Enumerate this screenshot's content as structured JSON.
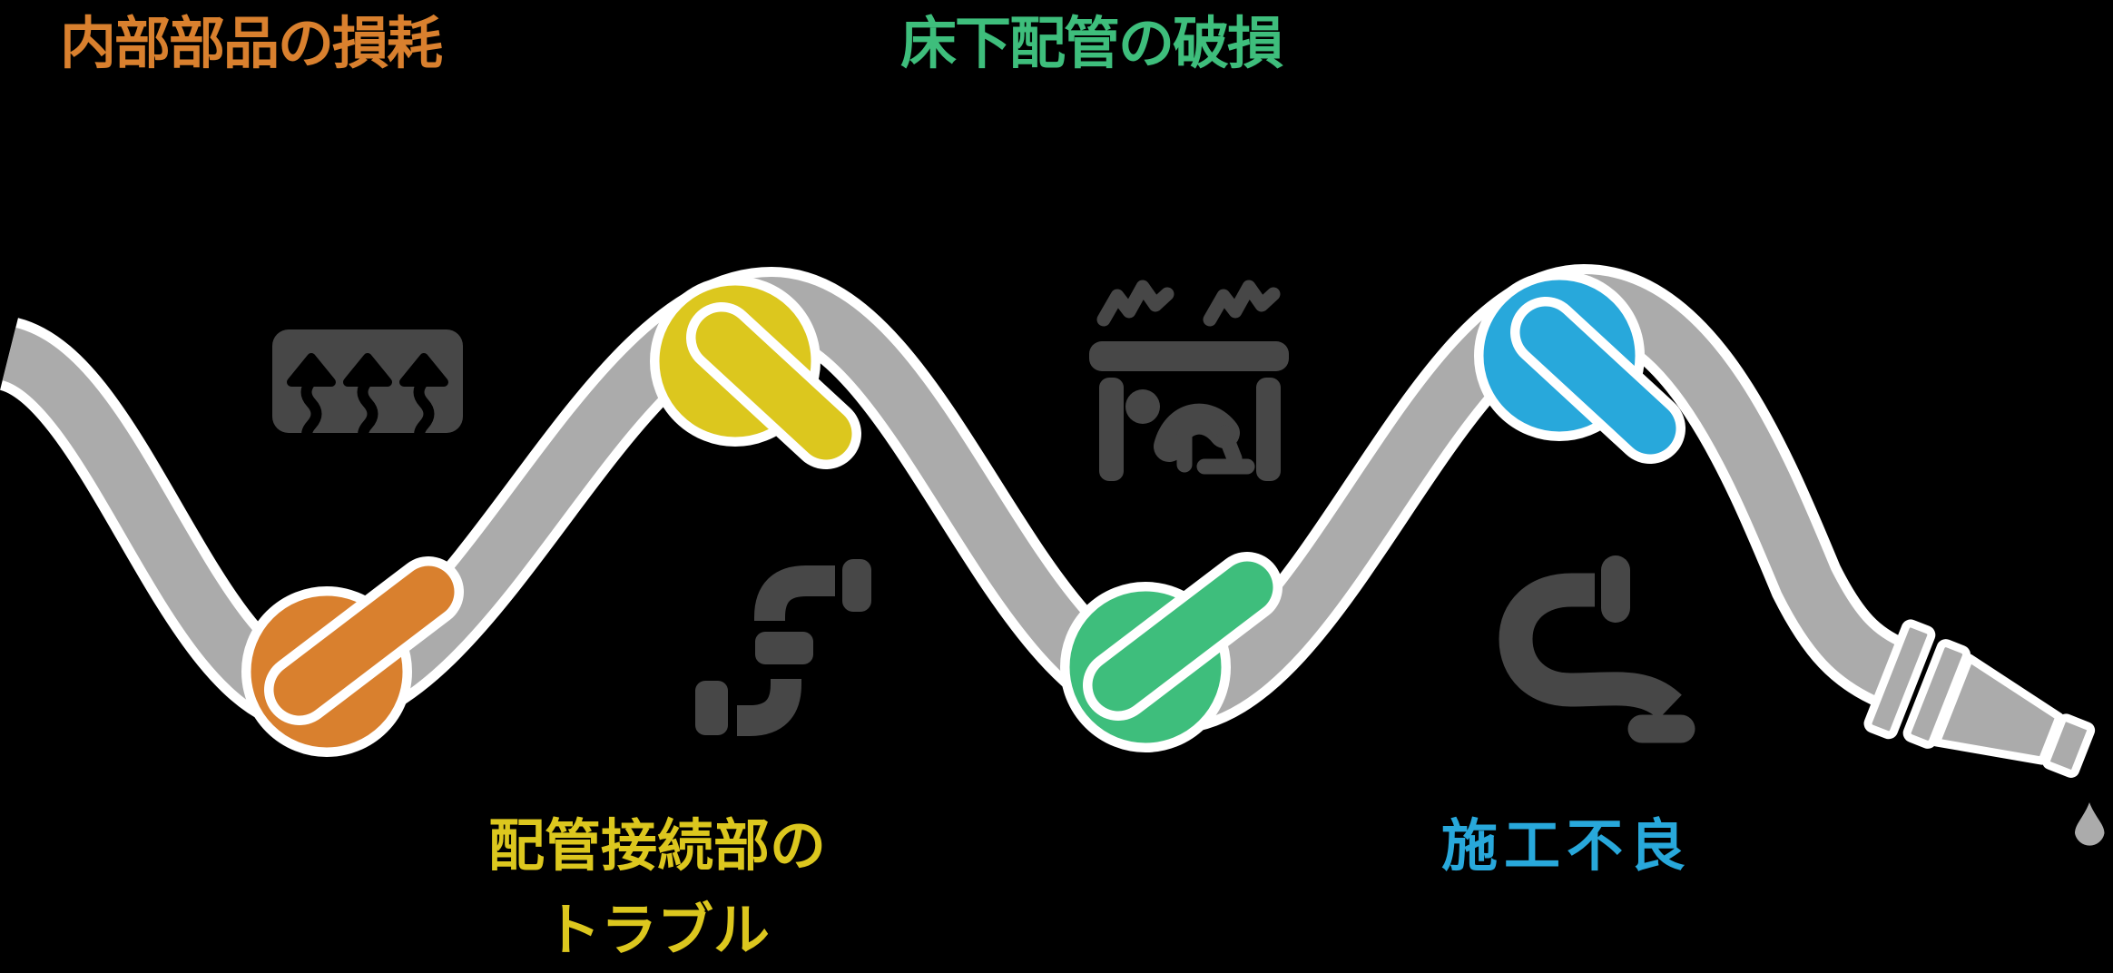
{
  "diagram": {
    "background_color": "#000000",
    "description": "Wavy water hose with four colored knots, each knot marking a cause of water leak",
    "hose": {
      "color": "#ABABAB",
      "outline_color": "#FFFFFF",
      "end_piece": "spray nozzle",
      "drip": "water drop below nozzle tip"
    },
    "icon_color": "#474747",
    "causes": [
      {
        "id": "internal-parts-wear",
        "label": "内部部品の損耗",
        "color": "#D9802E",
        "knot_color_name": "orange",
        "icon": "heating-element-icon",
        "label_position": "top-left"
      },
      {
        "id": "pipe-joint-trouble",
        "label_lines": [
          "配管接続部の",
          "トラブル"
        ],
        "color": "#DCC71E",
        "knot_color_name": "yellow",
        "icon": "pipe-joint-icon",
        "label_position": "bottom-center-left"
      },
      {
        "id": "underfloor-pipe-damage",
        "label": "床下配管の破損",
        "color": "#3EBE7C",
        "knot_color_name": "green",
        "icon": "underfloor-inspection-icon",
        "label_position": "top-center"
      },
      {
        "id": "poor-construction",
        "label": "施工不良",
        "color": "#28A8DB",
        "knot_color_name": "blue",
        "icon": "curved-pipe-icon",
        "label_position": "bottom-right"
      }
    ]
  }
}
